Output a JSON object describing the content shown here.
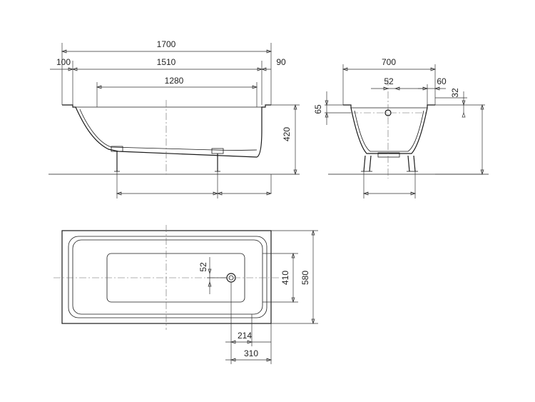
{
  "side_view": {
    "dims": {
      "total_length": "1700",
      "left_offset": "100",
      "inner_length": "1510",
      "right_offset": "90",
      "bottom_length": "1280",
      "height": "420"
    }
  },
  "end_view": {
    "dims": {
      "width": "700",
      "drain_offset": "52",
      "rim_right": "60",
      "rim_height": "65",
      "rim_drop": "32"
    }
  },
  "plan_view": {
    "dims": {
      "drain_y": "52",
      "inner_width": "410",
      "outer_width": "580",
      "drain_x": "214",
      "foot_x": "310"
    }
  }
}
